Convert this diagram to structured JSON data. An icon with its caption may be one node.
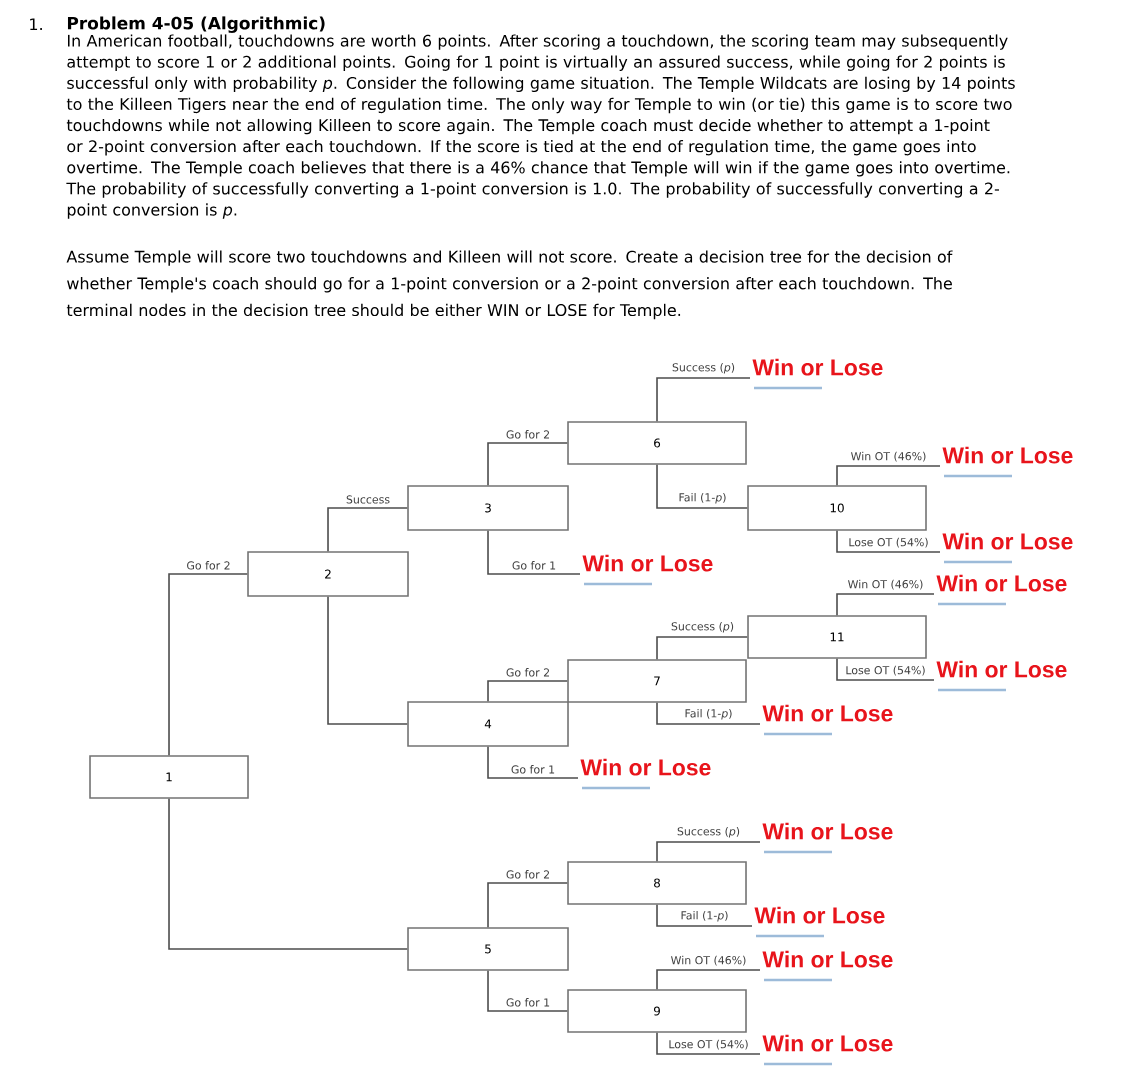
{
  "diagram": {
    "title": "Problem 4-05 (Algorithmic)",
    "nodes": [
      {
        "text": [
          "1"
        ]
      },
      {
        "text": [
          "2"
        ]
      },
      {
        "text": [
          "3"
        ]
      },
      {
        "text": [
          "4"
        ]
      },
      {
        "text": [
          "5"
        ]
      },
      {
        "text": [
          "6"
        ]
      },
      {
        "text": [
          "7"
        ]
      },
      {
        "text": [
          "8"
        ]
      },
      {
        "text": [
          "9"
        ]
      },
      {
        "text": [
          "10"
        ]
      },
      {
        "text": [
          "11"
        ]
      },
      {
        "text": [
          "Win or Lose"
        ]
      },
      {
        "text": [
          "Win or Lose"
        ]
      },
      {
        "text": [
          "Win or Lose"
        ]
      },
      {
        "text": [
          "Win or Lose"
        ]
      },
      {
        "text": [
          "Win or Lose"
        ]
      },
      {
        "text": [
          "Win or Lose"
        ]
      },
      {
        "text": [
          "Win or Lose"
        ]
      },
      {
        "text": [
          "Win or Lose"
        ]
      },
      {
        "text": [
          "Win or Lose"
        ]
      },
      {
        "text": [
          "Win or Lose"
        ]
      },
      {
        "text": [
          "Win or Lose"
        ]
      },
      {
        "text": [
          "Win or Lose"
        ]
      }
    ],
    "edges": [
      {
        "from": 0,
        "to": 1,
        "arrow": "none",
        "label": "Go for 2"
      },
      {
        "from": 0,
        "to": 4,
        "arrow": "none"
      },
      {
        "from": 1,
        "to": 2,
        "arrow": "none",
        "label": "Success"
      },
      {
        "from": 1,
        "to": 3,
        "arrow": "none"
      },
      {
        "from": 2,
        "to": 5,
        "arrow": "none",
        "label": "Go for 2"
      },
      {
        "from": 2,
        "to": 14,
        "arrow": "none",
        "label": "Go for 1"
      },
      {
        "from": 5,
        "to": 11,
        "arrow": "none",
        "label": "Success (*p*)"
      },
      {
        "from": 5,
        "to": 9,
        "arrow": "none",
        "label": "Fail (1-*p*)"
      },
      {
        "from": 9,
        "to": 12,
        "arrow": "none",
        "label": "Win OT (46%)"
      },
      {
        "from": 9,
        "to": 13,
        "arrow": "none",
        "label": "Lose OT (54%)"
      },
      {
        "from": 3,
        "to": 6,
        "arrow": "none",
        "label": "Go for 2"
      },
      {
        "from": 3,
        "to": 18,
        "arrow": "none",
        "label": "Go for 1"
      },
      {
        "from": 6,
        "to": 10,
        "arrow": "none",
        "label": "Success (*p*)"
      },
      {
        "from": 6,
        "to": 17,
        "arrow": "none",
        "label": "Fail (1-*p*)"
      },
      {
        "from": 10,
        "to": 15,
        "arrow": "none",
        "label": "Win OT (46%)"
      },
      {
        "from": 10,
        "to": 16,
        "arrow": "none",
        "label": "Lose OT (54%)"
      },
      {
        "from": 4,
        "to": 7,
        "arrow": "none",
        "label": "Go for 2"
      },
      {
        "from": 4,
        "to": 8,
        "arrow": "none",
        "label": "Go for 1"
      },
      {
        "from": 7,
        "to": 19,
        "arrow": "none",
        "label": "Success (*p*)"
      },
      {
        "from": 7,
        "to": 20,
        "arrow": "none",
        "label": "Fail (1-*p*)"
      },
      {
        "from": 8,
        "to": 21,
        "arrow": "none",
        "label": "Win OT (46%)"
      },
      {
        "from": 8,
        "to": 22,
        "arrow": "none",
        "label": "Lose OT (54%)"
      }
    ],
    "labels": [
      "1.",
      "In American football, touchdowns are worth 6 points. After scoring a touchdown, the scoring team may subsequently attempt to score 1 or 2 additional points. Going for 1 point is virtually an assured success, while going for 2 points is successful only with probability *p*. Consider the following game situation. The Temple Wildcats are losing by 14 points to the Killeen Tigers near the end of regulation time. The only way for Temple to win (or tie) this game is to score two touchdowns while not allowing Killeen to score again. The Temple coach must decide whether to attempt a 1-point or 2-point conversion after each touchdown. If the score is tied at the end of regulation time, the game goes into overtime. The Temple coach believes that there is a 46% chance that Temple will win if the game goes into overtime. The probability of successfully converting a 1-point conversion is 1.0. The probability of successfully converting a 2-point conversion is *p*.",
      "Assume Temple will score two touchdowns and Killeen will not score. Create a decision tree for the decision of whether Temple's coach should go for a 1-point conversion or a 2-point conversion after each touchdown. The terminal nodes in the decision tree should be either WIN or LOSE for Temple."
    ]
  }
}
